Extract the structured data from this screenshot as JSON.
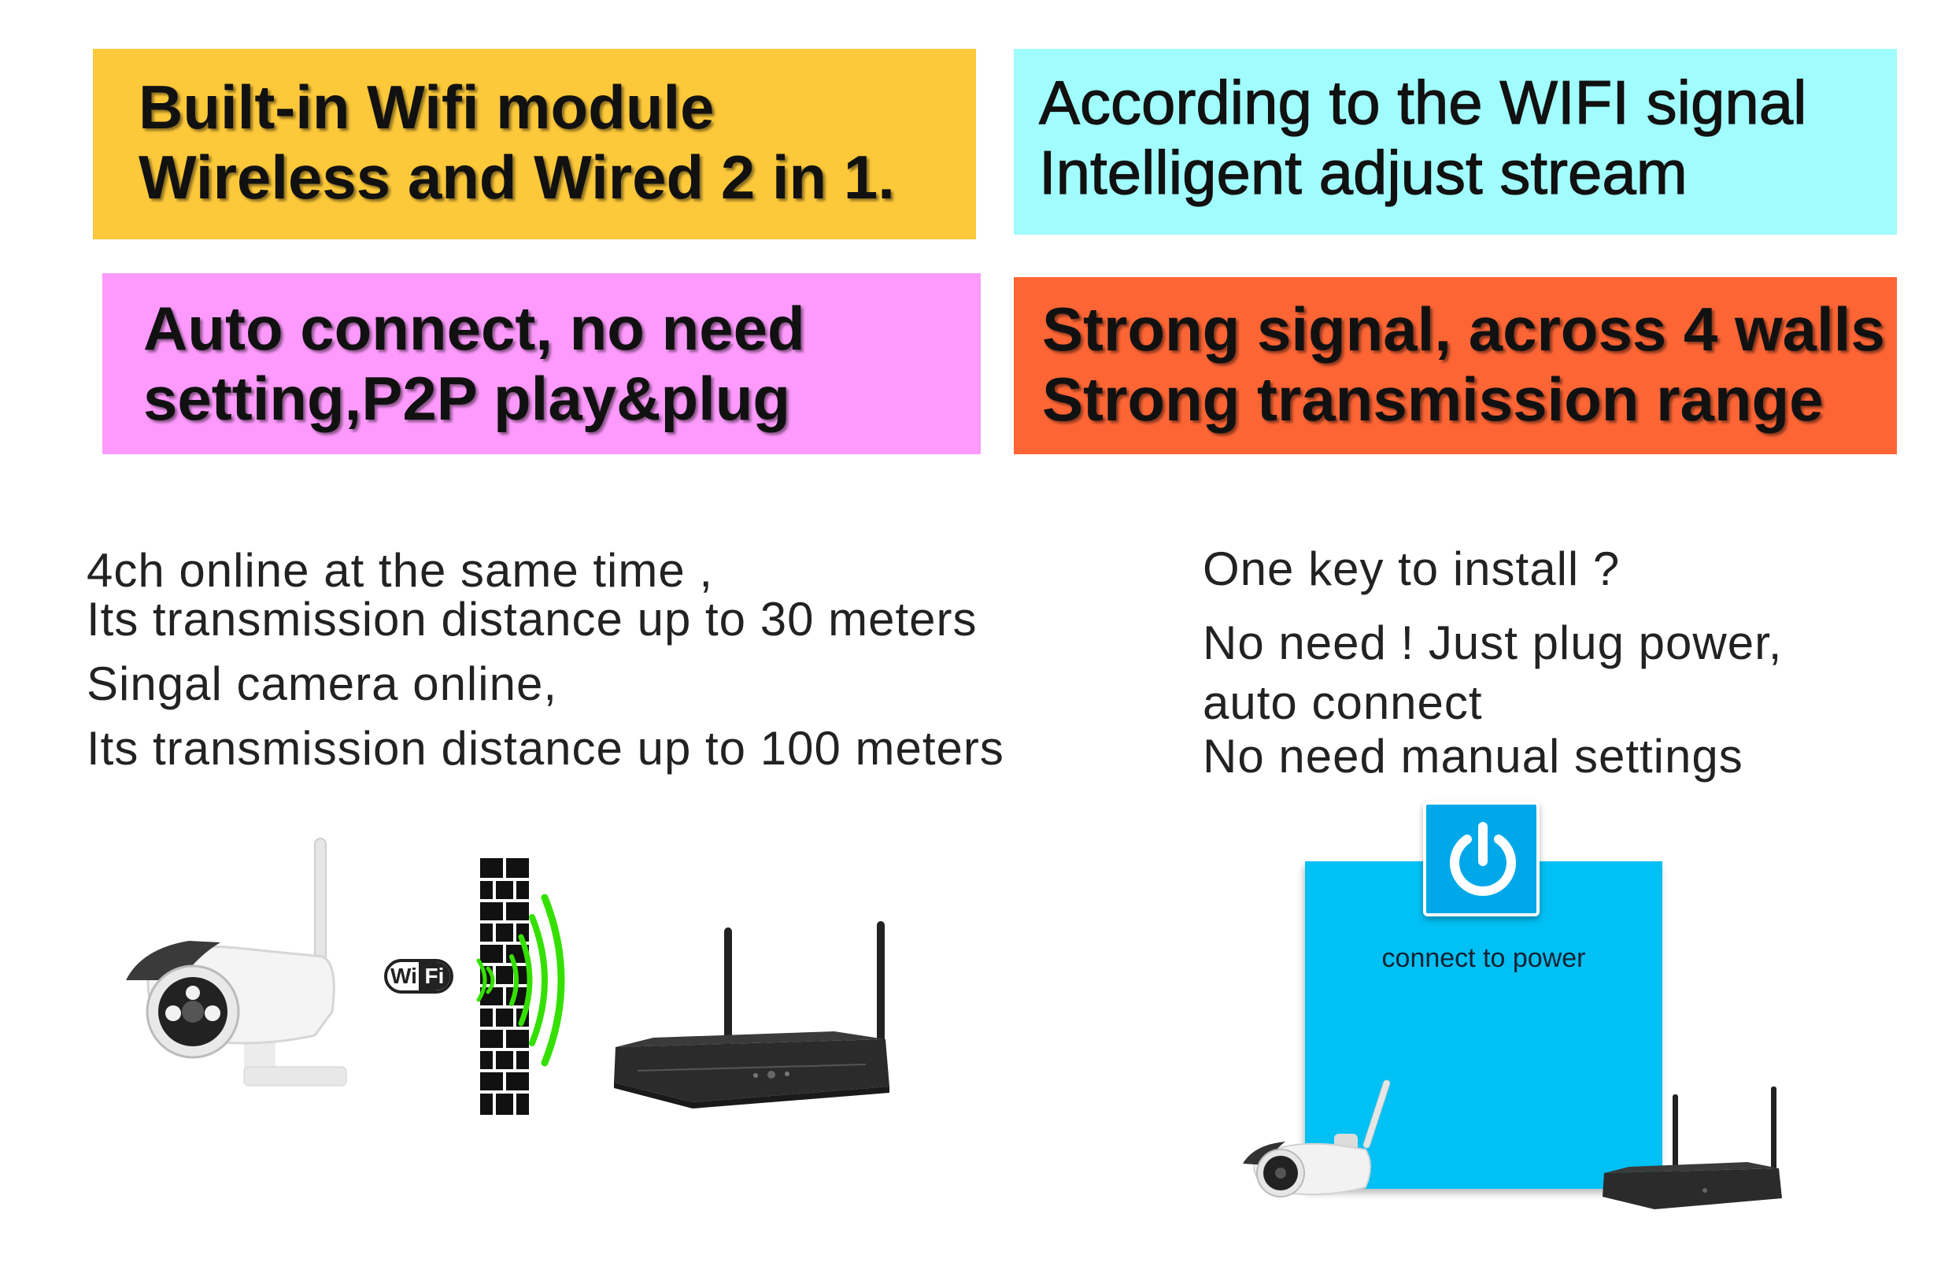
{
  "boxes": {
    "wifi_module": {
      "line1": "Built-in Wifi module",
      "line2": "Wireless and Wired 2 in 1.",
      "color": "#fdc93a"
    },
    "wifi_signal": {
      "line1": "According to the WIFI signal",
      "line2": "Intelligent adjust stream",
      "color": "#a0fcfd"
    },
    "auto_connect": {
      "line1": "Auto connect, no need",
      "line2": "setting,P2P play&plug",
      "color": "#fe9afd"
    },
    "strong_signal": {
      "line1": "Strong signal, across 4 walls",
      "line2": "Strong transmission range",
      "color": "#fd6535"
    }
  },
  "left_text": {
    "line1": "4ch online at the same time ,",
    "line2": "Its transmission distance up to 30 meters",
    "line3": "Singal camera online,",
    "line4": "Its transmission distance up to 100 meters"
  },
  "right_text": {
    "line1": "One key to install ?",
    "line2": "No need !  Just plug power,",
    "line3": "auto connect",
    "line4": "No need manual settings"
  },
  "wifi_badge": {
    "wi": "Wi",
    "fi": "Fi"
  },
  "power_panel": {
    "label": "connect to power",
    "color": "#00c0f4"
  },
  "icons": [
    "camera-icon",
    "wifi-logo-icon",
    "brick-wall-icon",
    "signal-waves-icon",
    "nvr-router-icon",
    "power-icon"
  ]
}
